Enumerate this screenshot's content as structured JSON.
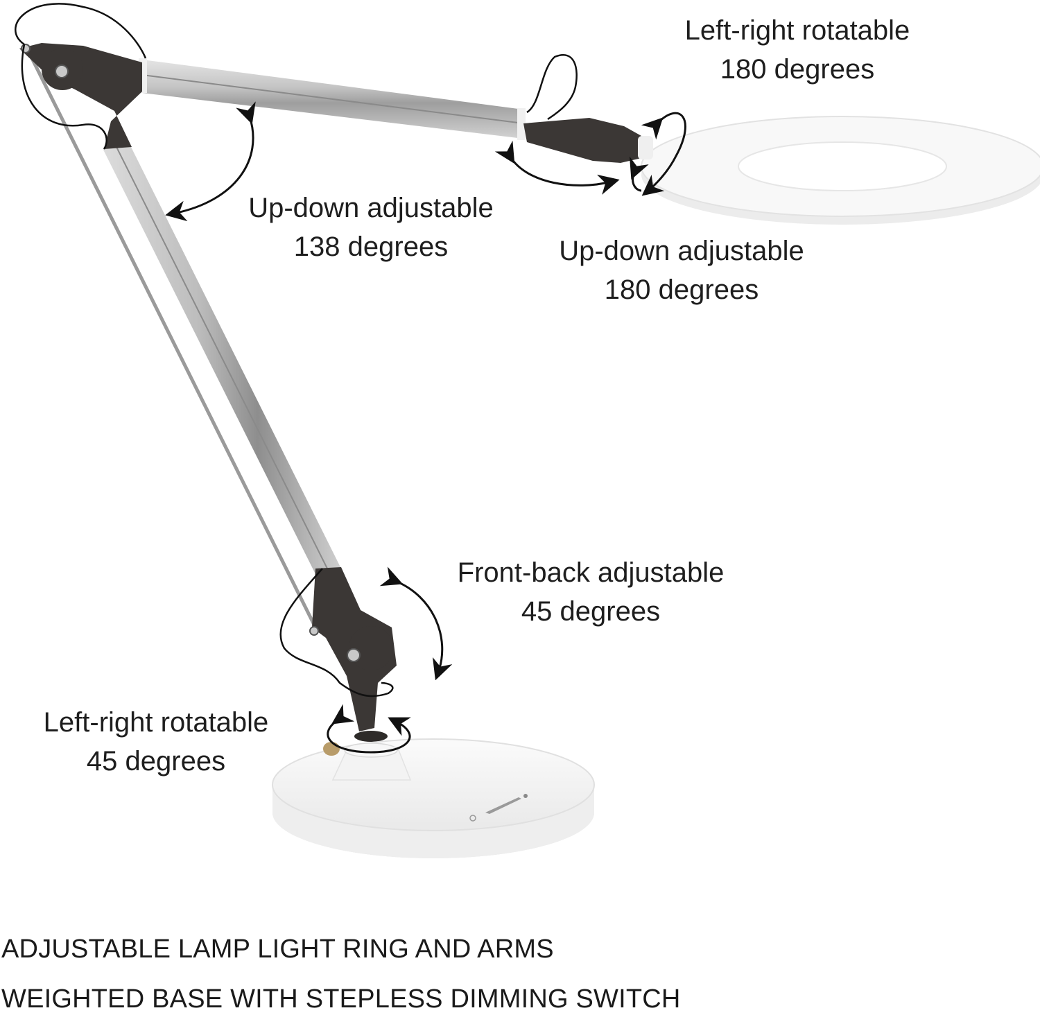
{
  "callouts": {
    "ring_rotate": {
      "line1": "Left-right rotatable",
      "line2": "180 degrees"
    },
    "upper_arm": {
      "line1": "Up-down adjustable",
      "line2": "138 degrees"
    },
    "head_tilt": {
      "line1": "Up-down adjustable",
      "line2": "180 degrees"
    },
    "lower_joint": {
      "line1": "Front-back adjustable",
      "line2": "45 degrees"
    },
    "base_rotate": {
      "line1": "Left-right rotatable",
      "line2": "45 degrees"
    }
  },
  "captions": {
    "line1": "ADJUSTABLE LAMP LIGHT RING AND ARMS",
    "line2": "WEIGHTED BASE WITH STEPLESS DIMMING SWITCH"
  },
  "colors": {
    "arm_metal": "#b9b9b9",
    "joint_dark": "#3b3735",
    "ring_white": "#f6f6f6",
    "arrow": "#111111"
  }
}
